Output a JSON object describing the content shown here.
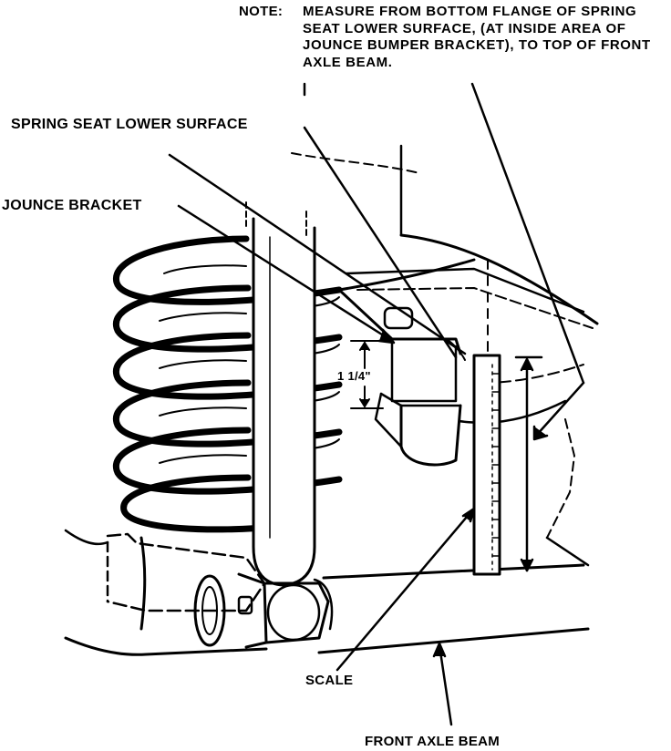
{
  "diagram": {
    "note_prefix": "NOTE:",
    "note_text": "MEASURE FROM BOTTOM FLANGE OF SPRING SEAT LOWER SURFACE, (AT INSIDE AREA OF JOUNCE BUMPER BRACKET), TO TOP OF FRONT AXLE BEAM.",
    "labels": {
      "spring_seat": "SPRING SEAT LOWER SURFACE",
      "jounce_bracket": "JOUNCE BRACKET",
      "dimension": "1 1/4\"",
      "scale": "SCALE",
      "front_axle_beam": "FRONT AXLE BEAM"
    },
    "colors": {
      "ink": "#000000",
      "paper": "#ffffff"
    }
  }
}
